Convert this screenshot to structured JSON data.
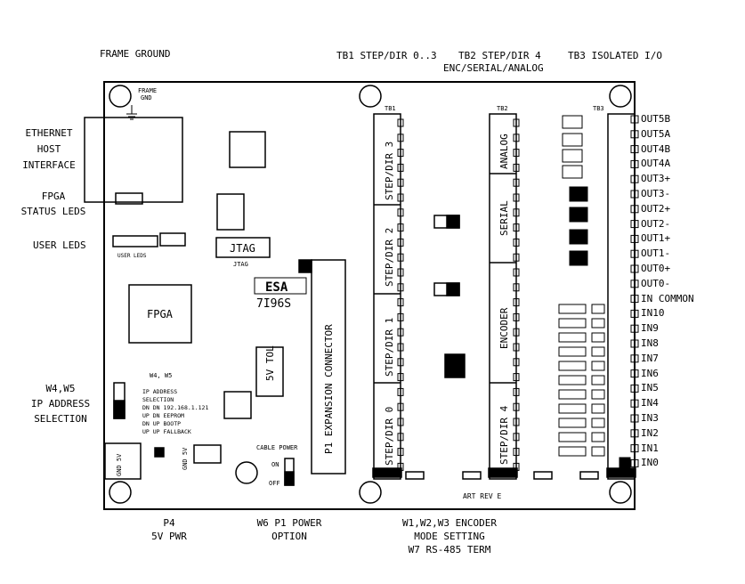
{
  "callouts": {
    "frame_ground": "FRAME GROUND",
    "tb1": "TB1 STEP/DIR 0..3",
    "tb2_line1": "TB2 STEP/DIR 4",
    "tb2_line2": "ENC/SERIAL/ANALOG",
    "tb3": "TB3 ISOLATED I/O",
    "ethernet": [
      "ETHERNET",
      "HOST",
      "INTERFACE"
    ],
    "fpga_leds": [
      "FPGA",
      "STATUS LEDS"
    ],
    "user_leds": "USER LEDS",
    "ip_sel": [
      "W4,W5",
      "IP ADDRESS",
      "SELECTION"
    ],
    "p4": [
      "P4",
      "5V PWR"
    ],
    "w6": [
      "W6 P1 POWER",
      "OPTION"
    ],
    "encoder_mode": [
      "W1,W2,W3 ENCODER",
      "MODE SETTING",
      "W7 RS-485 TERM"
    ]
  },
  "board": {
    "frame_gnd": [
      "FRAME",
      "GND"
    ],
    "fpga": "FPGA",
    "jtag": "JTAG",
    "jtag_small": "JTAG",
    "logo": "ESA",
    "model": "7I96S",
    "tol": "5V TOL",
    "p1": "P1 EXPANSION CONNECTOR",
    "cable_power": "CABLE POWER",
    "on": "ON",
    "off": "OFF",
    "art": "ART REV E",
    "user_leds_small": "USER LEDS",
    "w4w5": "W4, W5",
    "ip_table": [
      "IP ADDRESS",
      "SELECTION",
      "DN DN 192.168.1.121",
      "UP DN EEPROM",
      "DN UP BOOTP",
      "UP UP FALLBACK"
    ],
    "gnd5v": "GND 5V",
    "gnd5v_b": "GND 5V",
    "tb1": "TB1",
    "tb2": "TB2",
    "tb3": "TB3",
    "step_dir": [
      "STEP/DIR 3",
      "STEP/DIR 2",
      "STEP/DIR 1",
      "STEP/DIR 0"
    ],
    "tb2_sections": [
      "ANALOG",
      "SERIAL",
      "ENCODER",
      "STEP/DIR 4"
    ]
  },
  "tb3_terminals": [
    "OUT5B",
    "OUT5A",
    "OUT4B",
    "OUT4A",
    "OUT3+",
    "OUT3-",
    "OUT2+",
    "OUT2-",
    "OUT1+",
    "OUT1-",
    "OUT0+",
    "OUT0-",
    "IN COMMON",
    "IN10",
    "IN9",
    "IN8",
    "IN7",
    "IN6",
    "IN5",
    "IN4",
    "IN3",
    "IN2",
    "IN1",
    "IN0"
  ]
}
